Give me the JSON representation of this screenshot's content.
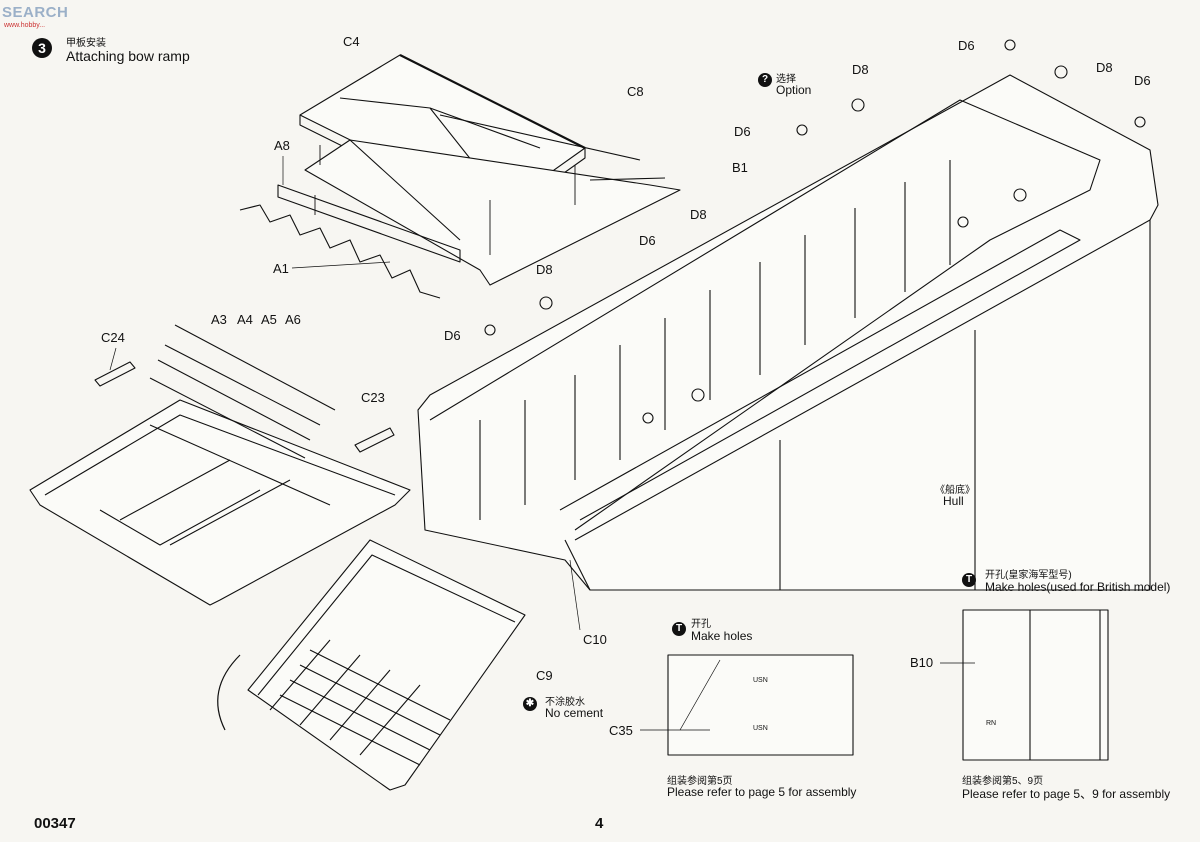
{
  "watermark": {
    "text": "SEARCH",
    "subtext": "www.hobby..."
  },
  "step": {
    "number": "3",
    "title_cn": "甲板安装",
    "title_en": "Attaching bow ramp"
  },
  "option": {
    "symbol": "?",
    "cn": "选择",
    "en": "Option"
  },
  "parts": {
    "C4": "C4",
    "C8": "C8",
    "A8": "A8",
    "A1": "A1",
    "A3": "A3",
    "A4": "A4",
    "A5": "A5",
    "A6": "A6",
    "C24": "C24",
    "C23": "C23",
    "B1": "B1",
    "D6": "D6",
    "D8": "D8",
    "C10": "C10",
    "C9": "C9",
    "C35": "C35",
    "B10": "B10"
  },
  "hull": {
    "cn": "《船底》",
    "en": "Hull"
  },
  "no_cement": {
    "cn": "不涂胶水",
    "en": "No cement"
  },
  "make_holes": {
    "symbol": "T",
    "cn": "开孔",
    "en": "Make holes"
  },
  "make_holes_british": {
    "symbol": "T",
    "cn": "开孔(皇家海军型号)",
    "en": "Make holes(used for British model)"
  },
  "detail_marks": {
    "usn": "USN",
    "rn": "RN"
  },
  "refer_left": {
    "cn": "组装参阅第5页",
    "en": "Please refer to page 5 for assembly"
  },
  "refer_right": {
    "cn": "组装参阅第5、9页",
    "en": "Please refer to page 5、9 for assembly"
  },
  "footer": {
    "code": "00347",
    "page": "4"
  },
  "colors": {
    "ink": "#111111",
    "paper": "#f7f6f2",
    "watermark": "#9bb0c8"
  }
}
